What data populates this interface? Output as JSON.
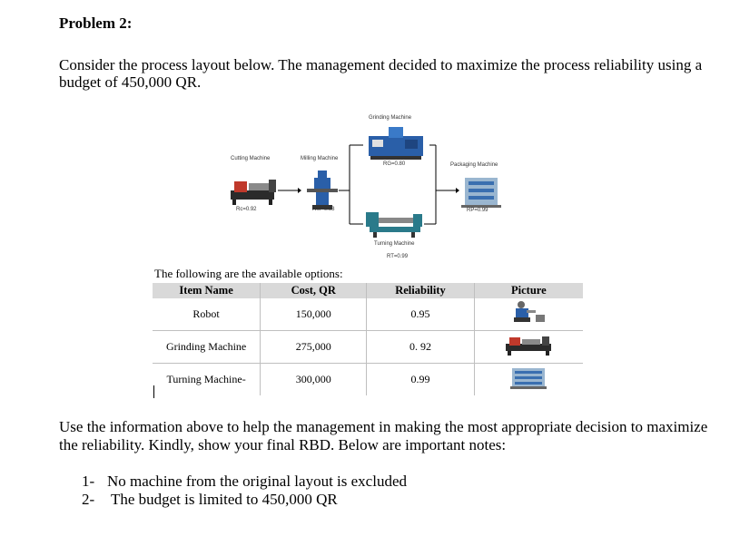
{
  "problem": {
    "heading": "Problem 2:",
    "intro": "Consider the process layout below. The management decided to maximize the process reliability using a budget of 450,000 QR."
  },
  "diagram": {
    "cutting": {
      "name": "Cutting Machine",
      "reliability": "Rc=0.92"
    },
    "milling": {
      "name": "Milling Machine",
      "reliability": "RM=0.98"
    },
    "grinding": {
      "name": "Grinding Machine",
      "reliability": "RG=0.80"
    },
    "turning": {
      "name": "Turning Machine",
      "reliability": "RT=0.99"
    },
    "packaging": {
      "name": "Packaging Machine",
      "reliability": "RP=0.99"
    },
    "colors": {
      "machine_blue": "#2a5fa8",
      "machine_dark": "#2b2b2b",
      "machine_red": "#c0392b",
      "arrow": "#000000"
    }
  },
  "options": {
    "caption": "The following are the available options:",
    "headers": [
      "Item Name",
      "Cost, QR",
      "Reliability",
      "Picture"
    ],
    "rows": [
      {
        "item": "Robot",
        "cost": "150,000",
        "reliability": "0.95",
        "picture_icon": "robot-icon"
      },
      {
        "item": "Grinding Machine",
        "cost": "275,000",
        "reliability": "0. 92",
        "picture_icon": "grinding-machine-icon"
      },
      {
        "item": "Turning Machine-",
        "cost": "300,000",
        "reliability": "0.99",
        "picture_icon": "turning-machine-icon"
      }
    ],
    "header_bg": "#d9d9d9"
  },
  "conclusion": "Use the information above to help the management in making the most appropriate decision to maximize the reliability. Kindly, show your final RBD. Below are important notes:",
  "notes": [
    {
      "num": "1-",
      "text": "No machine from the original layout is excluded"
    },
    {
      "num": "2-",
      "text": " The budget is limited to 450,000 QR"
    }
  ]
}
